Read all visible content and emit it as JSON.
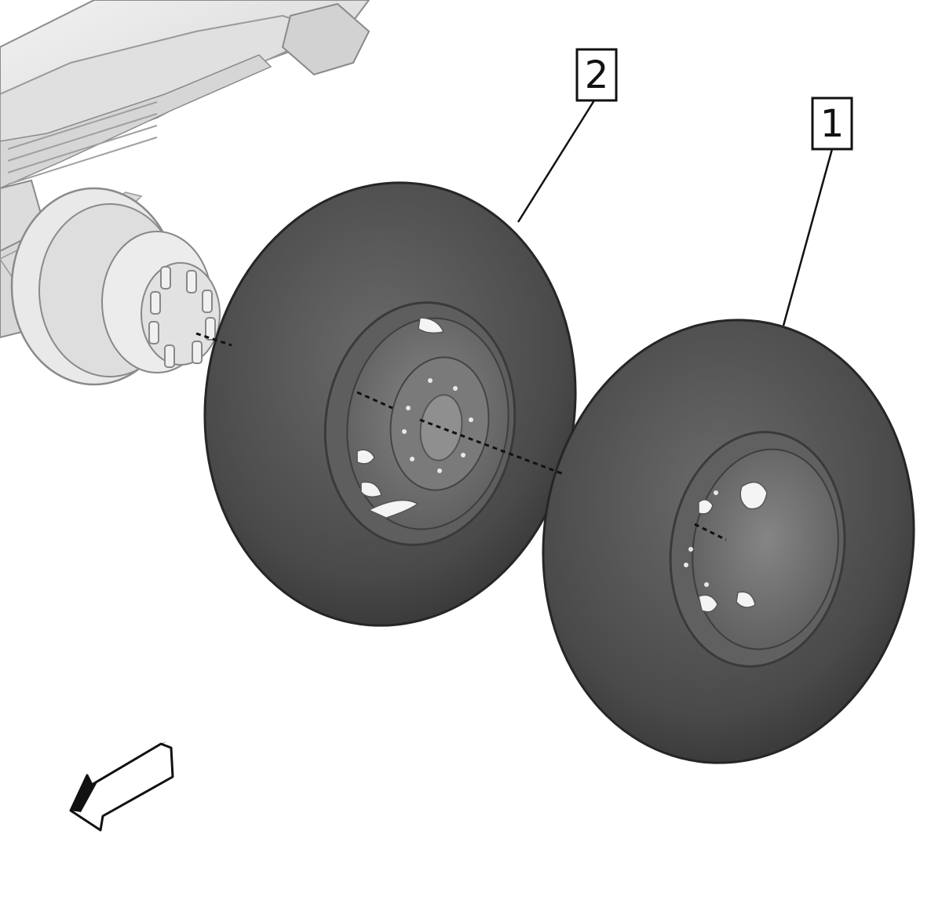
{
  "callouts": [
    {
      "id": "1",
      "label": "1"
    },
    {
      "id": "2",
      "label": "2"
    }
  ],
  "parts": {
    "outer_wheel": "tire-and-rim-outer",
    "inner_wheel": "tire-and-rim-inner",
    "hub": "axle-hub-with-studs",
    "suspension": "leaf-spring-suspension"
  },
  "orientation_arrow": "front-direction-arrow",
  "colors": {
    "tire": "#4a4a4a",
    "tire_dark": "#2e2e2e",
    "rim": "#6e6e6e",
    "chassis": "#e6e6e6",
    "chassis_line": "#9a9a9a",
    "outline": "#111111"
  }
}
